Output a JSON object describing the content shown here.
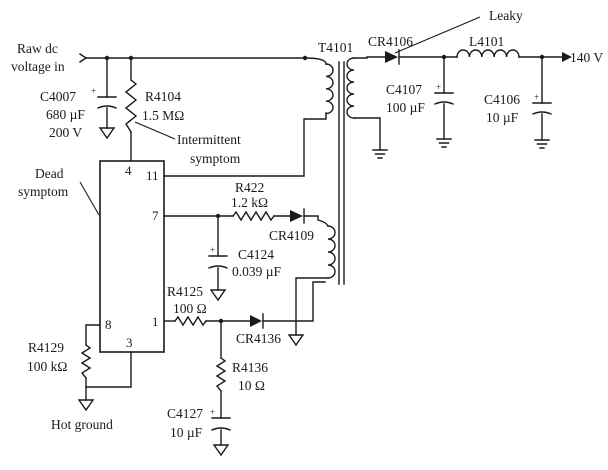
{
  "labels": {
    "raw_dc_1": "Raw dc",
    "raw_dc_2": "voltage in",
    "c4007_name": "C4007",
    "c4007_val1": "680 µF",
    "c4007_val2": "200 V",
    "r4104_name": "R4104",
    "r4104_val": "1.5 MΩ",
    "intermittent_1": "Intermittent",
    "intermittent_2": "symptom",
    "dead_1": "Dead",
    "dead_2": "symptom",
    "t4101": "T4101",
    "cr4106": "CR4106",
    "leaky": "Leaky",
    "l4101": "L4101",
    "out_140v": "140 V",
    "c4107_name": "C4107",
    "c4107_val": "100 µF",
    "c4106_name": "C4106",
    "c4106_val": "10 µF",
    "r422_name": "R422",
    "r422_val": "1.2 kΩ",
    "cr4109": "CR4109",
    "c4124_name": "C4124",
    "c4124_val": "0.039 µF",
    "r4125_name": "R4125",
    "r4125_val": "100 Ω",
    "cr4136": "CR4136",
    "r4136_name": "R4136",
    "r4136_val": "10 Ω",
    "c4127_name": "C4127",
    "c4127_val": "10 µF",
    "r4129_name": "R4129",
    "r4129_val": "100 kΩ",
    "hot_ground": "Hot ground",
    "plus": "+"
  },
  "ic_pins": {
    "p4": "4",
    "p11": "11",
    "p7": "7",
    "p8": "8",
    "p1": "1",
    "p3": "3"
  }
}
